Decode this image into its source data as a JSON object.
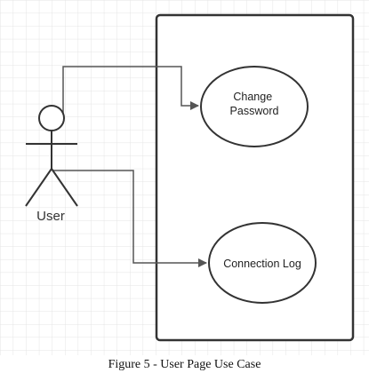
{
  "diagram": {
    "actor": {
      "label": "User"
    },
    "use_cases": [
      {
        "id": "change-password",
        "lines": [
          "Change",
          "Password"
        ]
      },
      {
        "id": "connection-log",
        "lines": [
          "Connection Log"
        ]
      }
    ],
    "caption": "Figure 5 - User Page Use Case"
  },
  "style": {
    "stroke": "#333333",
    "connector": "#555555",
    "grid": "#e4e4e4"
  }
}
